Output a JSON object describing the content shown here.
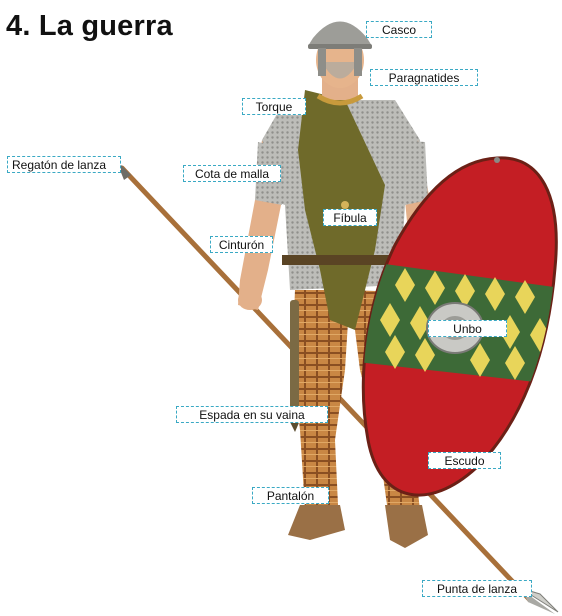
{
  "title": "4. La guerra",
  "labels": {
    "casco": "Casco",
    "paragnatides": "Paragnatides",
    "torque": "Torque",
    "regaton": "Regatón de lanza",
    "cota": "Cota de malla",
    "fibula": "Fíbula",
    "cinturon": "Cinturón",
    "unbo": "Unbo",
    "espada": "Espada en su vaina",
    "escudo": "Escudo",
    "pantalon": "Pantalón",
    "punta": "Punta de lanza"
  },
  "colors": {
    "shield_red": "#c41e24",
    "shield_band": "#3d6a37",
    "diamond": "#e8d55a",
    "tunic": "#6f6a2a",
    "trousers": "#c5823e",
    "chainmail": "#b8b8b5",
    "skin": "#e6b48c",
    "spear_shaft": "#b0753a",
    "label_border": "#3aa9c4"
  }
}
